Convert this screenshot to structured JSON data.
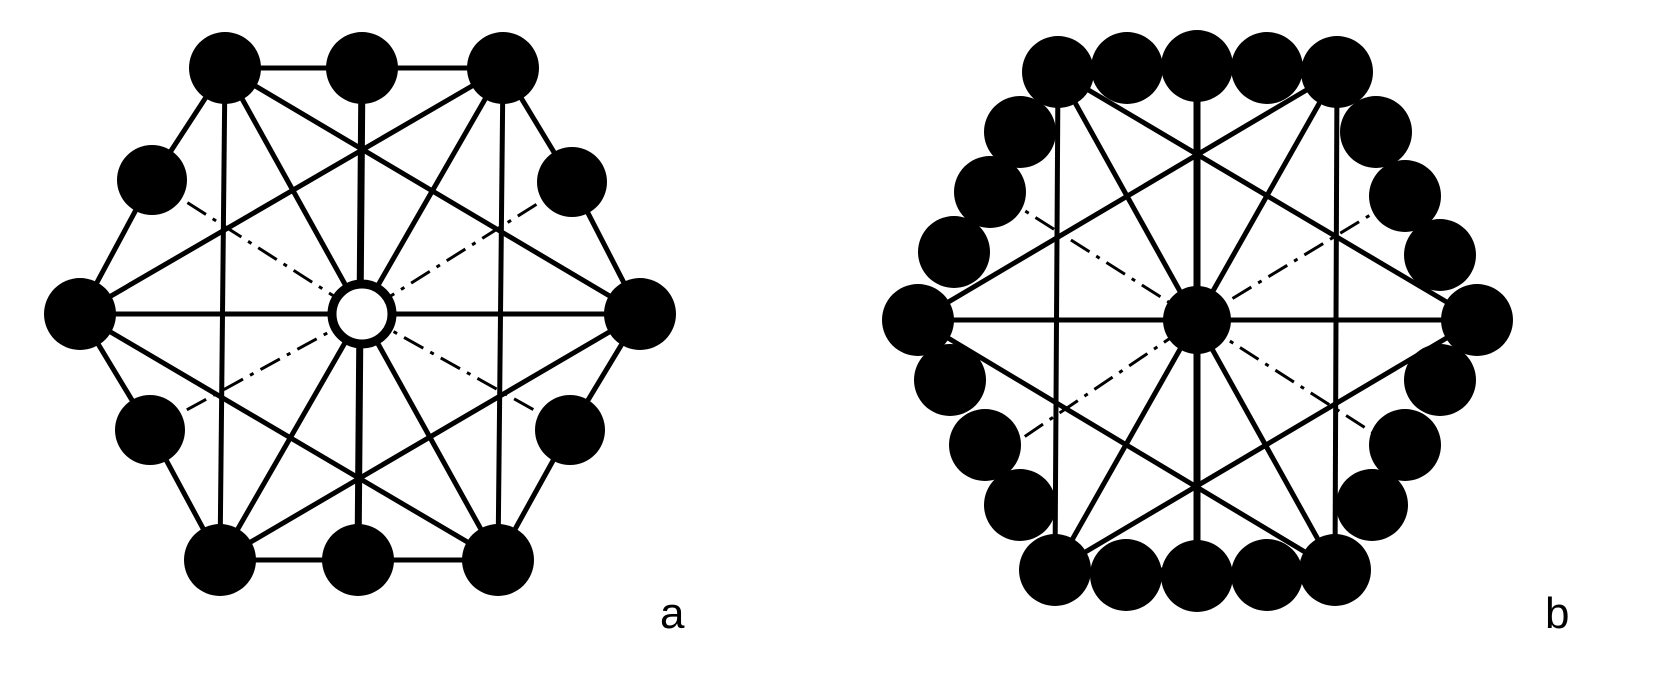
{
  "panels": [
    {
      "label": "a",
      "center_node": "hollow",
      "edge_ring_nodes_per_side": 3
    },
    {
      "label": "b",
      "center_node": "filled",
      "edge_ring_nodes_per_side": 5
    }
  ],
  "colors": {
    "stroke": "#000000",
    "fill": "#000000",
    "background": "#ffffff"
  }
}
